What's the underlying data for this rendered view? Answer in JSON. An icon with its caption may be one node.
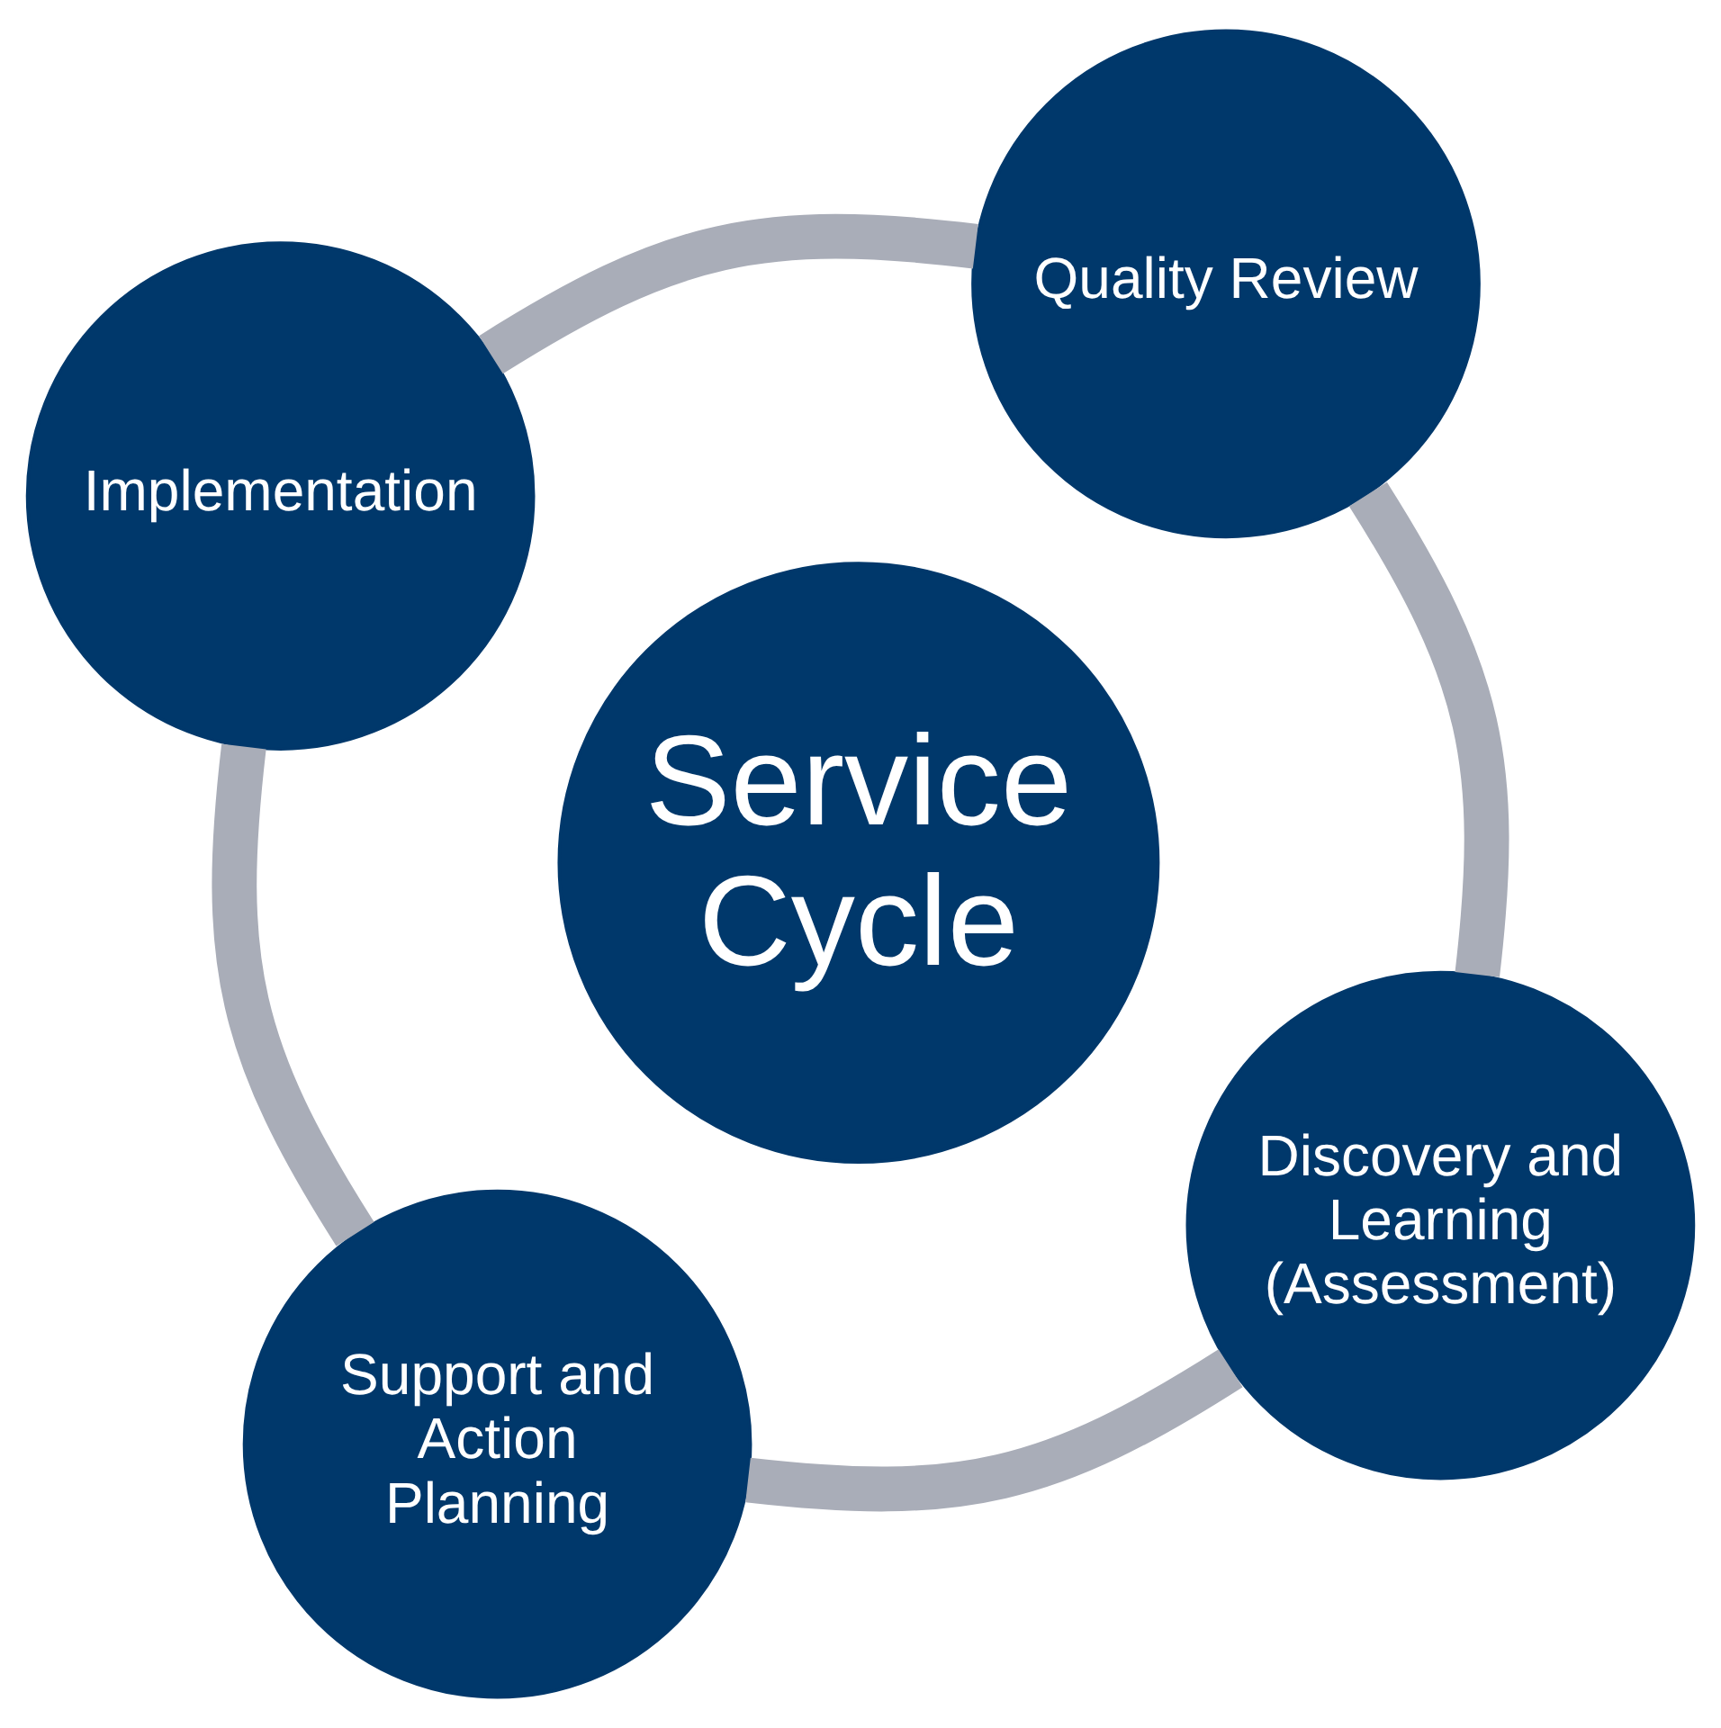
{
  "diagram": {
    "nodes": [
      {
        "text": [
          "Service Cycle"
        ]
      },
      {
        "text": [
          "Discovery and Learning (Assessment)"
        ]
      },
      {
        "text": [
          "Support and Action Planning"
        ]
      },
      {
        "text": [
          "Implementation"
        ]
      },
      {
        "text": [
          "Quality Review"
        ]
      }
    ],
    "edges": [
      {
        "from": 1,
        "to": 2,
        "arrow": "none"
      },
      {
        "from": 2,
        "to": 3,
        "arrow": "none"
      },
      {
        "from": 3,
        "to": 4,
        "arrow": "none"
      },
      {
        "from": 4,
        "to": 1,
        "arrow": "none"
      }
    ]
  }
}
